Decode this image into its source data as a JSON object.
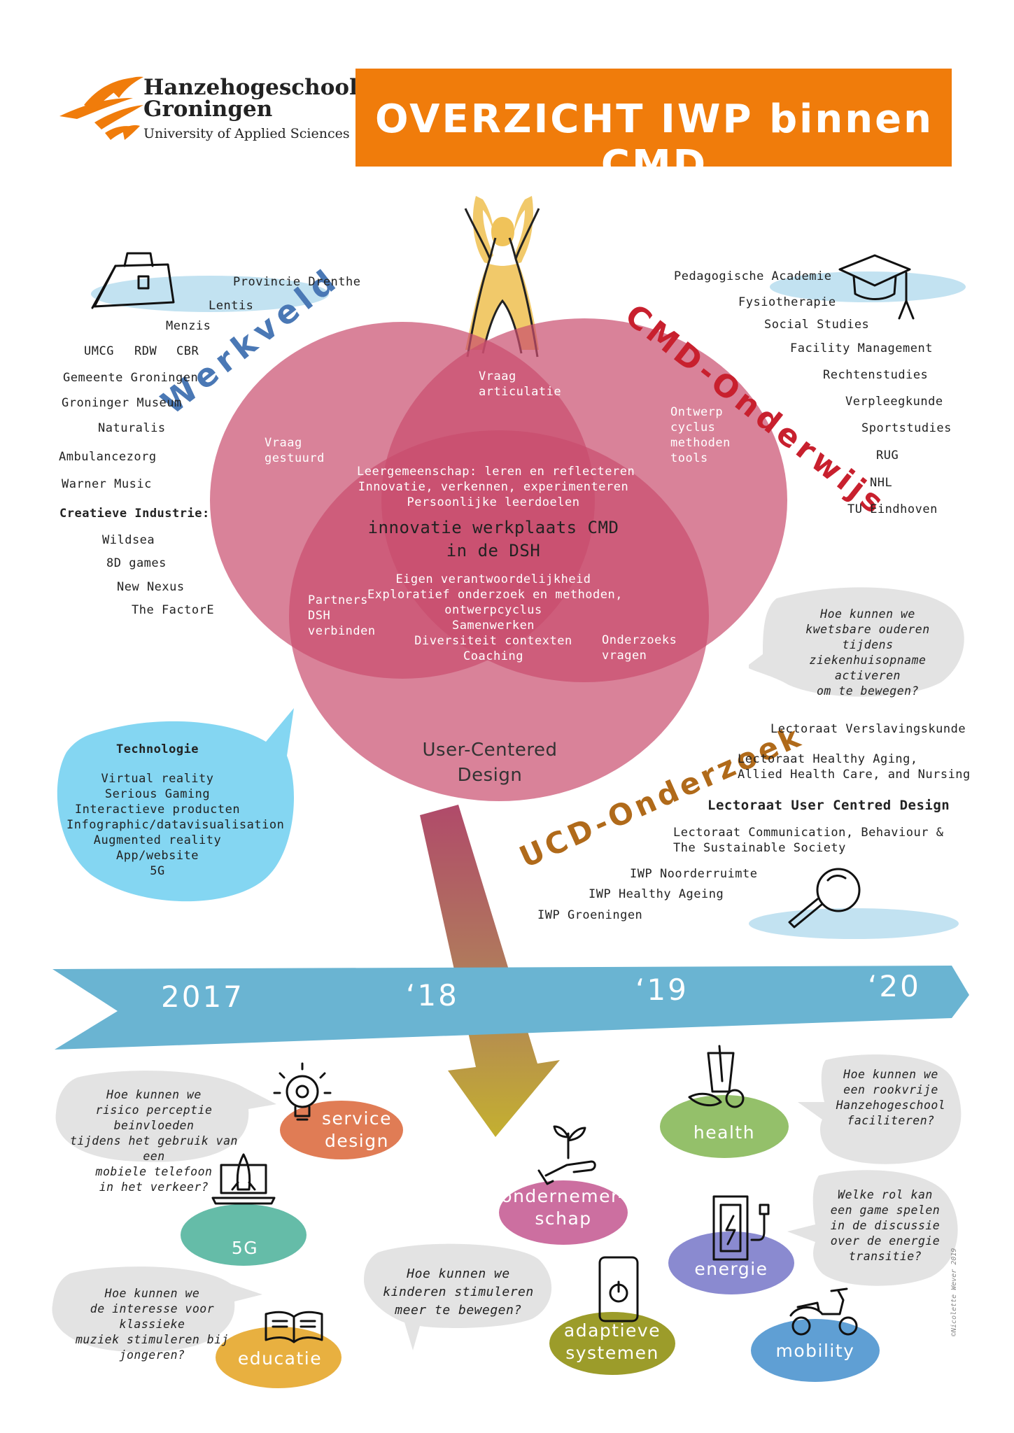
{
  "logo": {
    "name_line1": "Hanzehogeschool",
    "name_line2": "Groningen",
    "subtitle": "University of Applied Sciences"
  },
  "title": "OVERZICHT IWP binnen CMD",
  "colors": {
    "orange": "#f07c0b",
    "circle_pink": "#c94d6e",
    "core_red": "#a4173a",
    "werkveld_blue": "#4a78b5",
    "cmd_red": "#c8202e",
    "ucd_brown": "#b06a1a",
    "timeline_blue": "#6ab4d2",
    "tech_cyan": "#6fcff0"
  },
  "icons": [
    "briefcase-icon",
    "graduation-cap-icon",
    "magnifier-icon",
    "person-icon",
    "lightbulb-gear-icon",
    "rocket-laptop-icon",
    "book-icon",
    "hand-plant-icon",
    "phone-power-icon",
    "drink-vegetables-icon",
    "battery-charge-icon",
    "scooter-icon"
  ],
  "werkveld": {
    "heading": "Werkveld",
    "items": [
      "Provincie Drenthe",
      "Lentis",
      "Menzis",
      "UMCG",
      "RDW",
      "CBR",
      "Gemeente Groningen",
      "Groninger Museum",
      "Naturalis",
      "Ambulancezorg",
      "Warner Music"
    ],
    "creatieve_heading": "Creatieve Industrie:",
    "creatieve_items": [
      "Wildsea",
      "8D games",
      "New Nexus",
      "The FactorE"
    ]
  },
  "onderwijs": {
    "heading": "CMD-Onderwijs",
    "items": [
      "Pedagogische Academie",
      "Fysiotherapie",
      "Social Studies",
      "Facility Management",
      "Rechtenstudies",
      "Verpleegkunde",
      "Sportstudies",
      "RUG",
      "NHL",
      "TU Eindhoven"
    ]
  },
  "onderzoek": {
    "heading": "UCD-Onderzoek",
    "items": [
      "Lectoraat Verslavingskunde",
      "Lectoraat Healthy Aging,",
      "Allied Health Care, and Nursing",
      "Lectoraat User Centred Design",
      "Lectoraat Communication, Behaviour &",
      "The Sustainable Society",
      "IWP Noorderruimte",
      "IWP Healthy Ageing",
      "IWP Groeningen"
    ]
  },
  "venn": {
    "vraag_gestuurd": [
      "Vraag",
      "gestuurd"
    ],
    "vraag_articulatie": [
      "Vraag",
      "articulatie"
    ],
    "ontwerp": [
      "Ontwerp",
      "cyclus",
      "methoden",
      "tools"
    ],
    "partners": [
      "Partners",
      "DSH",
      "verbinden"
    ],
    "onderzoeks": [
      "Onderzoeks",
      "vragen"
    ],
    "ucd": [
      "User-Centered",
      "Design"
    ],
    "core_top": [
      "Leergemeenschap: leren en reflecteren",
      "Innovatie, verkennen, experimenteren",
      "Persoonlijke leerdoelen"
    ],
    "core_title": [
      "innovatie werkplaats CMD",
      "in de DSH"
    ],
    "core_bottom": [
      "Eigen verantwoordelijkheid",
      "Exploratief onderzoek en methoden,",
      "ontwerpcyclus",
      "Samenwerken",
      "Diversiteit contexten",
      "Coaching"
    ]
  },
  "question_top": [
    "Hoe kunnen we",
    "kwetsbare ouderen tijdens",
    "ziekenhuisopname activeren",
    "om te bewegen?"
  ],
  "technologie": {
    "heading": "Technologie",
    "items": [
      "Virtual reality",
      "Serious Gaming",
      "Interactieve producten",
      "Infographic/datavisualisation",
      "Augmented reality",
      "App/website",
      "5G"
    ]
  },
  "timeline": {
    "years": [
      "2017",
      "‘18",
      "‘19",
      "‘20"
    ]
  },
  "themes": {
    "service_design": [
      "service",
      "design"
    ],
    "g5": "5G",
    "educatie": "educatie",
    "ondernemerschap": [
      "ondernemer-",
      "schap"
    ],
    "adaptieve": [
      "adaptieve",
      "systemen"
    ],
    "health": "health",
    "energie": "energie",
    "mobility": "mobility"
  },
  "questions": {
    "risico": [
      "Hoe kunnen we",
      "risico perceptie beinvloeden",
      "tijdens het gebruik van een",
      "mobiele telefoon",
      "in het verkeer?"
    ],
    "muziek": [
      "Hoe kunnen we",
      "de interesse voor klassieke",
      "muziek stimuleren bij",
      "jongeren?"
    ],
    "kinderen": [
      "Hoe kunnen we",
      "kinderen stimuleren",
      "meer te bewegen?"
    ],
    "rookvrij": [
      "Hoe kunnen we",
      "een rookvrije",
      "Hanzehogeschool",
      "faciliteren?"
    ],
    "game": [
      "Welke rol kan",
      "een game spelen",
      "in de discussie",
      "over de energie",
      "transitie?"
    ]
  },
  "credit": "©Nicolette Wever 2019"
}
